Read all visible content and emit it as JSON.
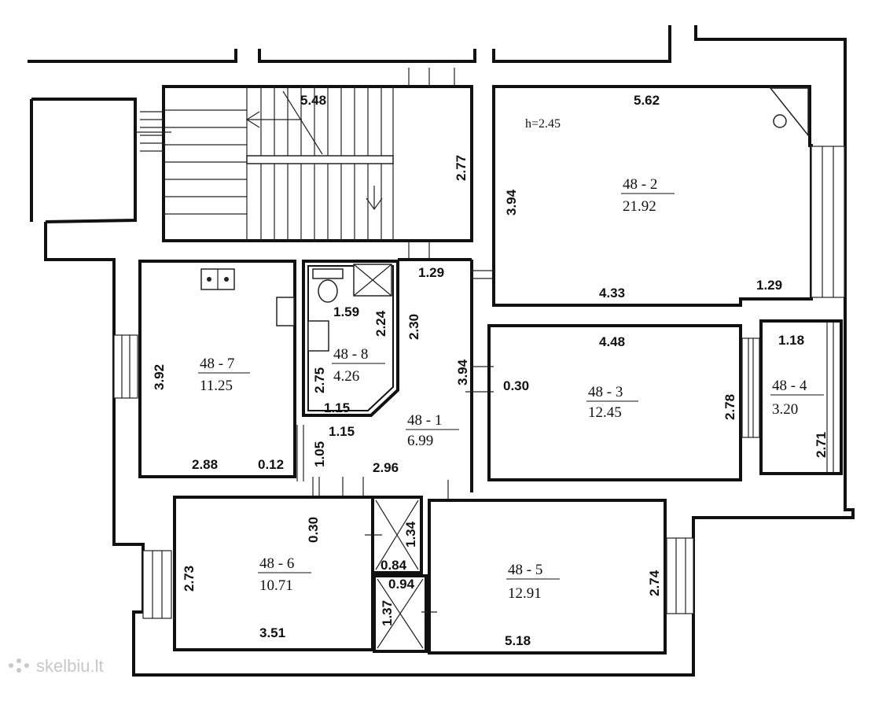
{
  "rooms": [
    {
      "key": "r2",
      "id": "48 - 2",
      "area": "21.92"
    },
    {
      "key": "r7",
      "id": "48 - 7",
      "area": "11.25"
    },
    {
      "key": "r8",
      "id": "48 - 8",
      "area": "4.26"
    },
    {
      "key": "r1",
      "id": "48 - 1",
      "area": "6.99"
    },
    {
      "key": "r3",
      "id": "48 - 3",
      "area": "12.45"
    },
    {
      "key": "r4",
      "id": "48 - 4",
      "area": "3.20"
    },
    {
      "key": "r6",
      "id": "48 - 6",
      "area": "10.71"
    },
    {
      "key": "r5",
      "id": "48 - 5",
      "area": "12.91"
    }
  ],
  "dimensions": {
    "stair_top": "5.48",
    "stair_side": "2.77",
    "r2_top": "5.62",
    "r2_left": "3.94",
    "r2_bottom": "4.33",
    "r2_bottom_right": "1.29",
    "hall_top": "1.29",
    "r8_top": "1.59",
    "r8_inner": "2.24",
    "r8_right": "2.30",
    "r8_left": "2.75",
    "r8_bottom": "1.15",
    "r1_top_left": "1.15",
    "r7_left": "3.92",
    "r7_bottom": "2.88",
    "r7_wall": "0.12",
    "door_gap": "1.05",
    "hall_bottom": "2.96",
    "hall_right": "3.94",
    "r3_top": "4.48",
    "r3_wall": "0.30",
    "r3_right": "2.78",
    "r4_top": "1.18",
    "r4_right": "2.71",
    "r6_wall": "0.30",
    "r6_left": "2.73",
    "r6_bottom": "3.51",
    "closet_side": "1.34",
    "closet_bottom": "0.84",
    "closet2_top": "0.94",
    "closet2_side": "1.37",
    "r5_right": "2.74",
    "r5_bottom": "5.18"
  },
  "height_note": "h=2.45",
  "watermark": "skelbiu.lt"
}
